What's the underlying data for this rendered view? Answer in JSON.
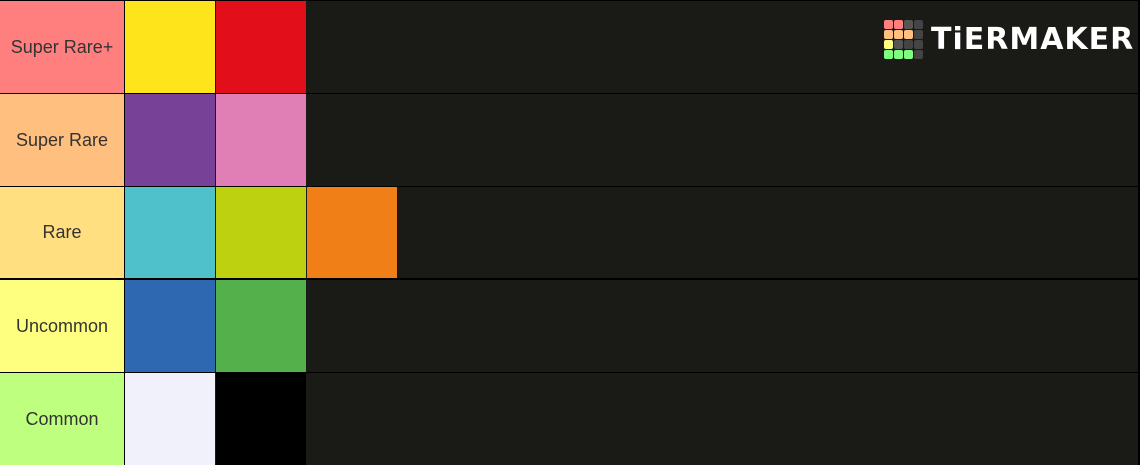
{
  "logo": {
    "text": "TiERMAKER",
    "grid_colors": [
      "#ff7f7f",
      "#ff7f7f",
      "#555555",
      "#444444",
      "#ffbf7f",
      "#ffbf7f",
      "#ffbf7f",
      "#444444",
      "#ffff7f",
      "#555555",
      "#444444",
      "#444444",
      "#7fff7f",
      "#7fff7f",
      "#7fff7f",
      "#444444"
    ]
  },
  "tiers": [
    {
      "label": "Super Rare+",
      "color": "#ff7f7f",
      "items": [
        "#fde41b",
        "#e20e1a"
      ]
    },
    {
      "label": "Super Rare",
      "color": "#ffbf7f",
      "items": [
        "#764196",
        "#df7fb6"
      ]
    },
    {
      "label": "Rare",
      "color": "#ffdf7f",
      "items": [
        "#4fc1cb",
        "#bdd110",
        "#f07f17"
      ]
    },
    {
      "label": "Uncommon",
      "color": "#ffff7f",
      "items": [
        "#2e68b1",
        "#54b04b"
      ]
    },
    {
      "label": "Common",
      "color": "#bfff7f",
      "items": [
        "#f0f1fb",
        "#000000"
      ]
    }
  ]
}
